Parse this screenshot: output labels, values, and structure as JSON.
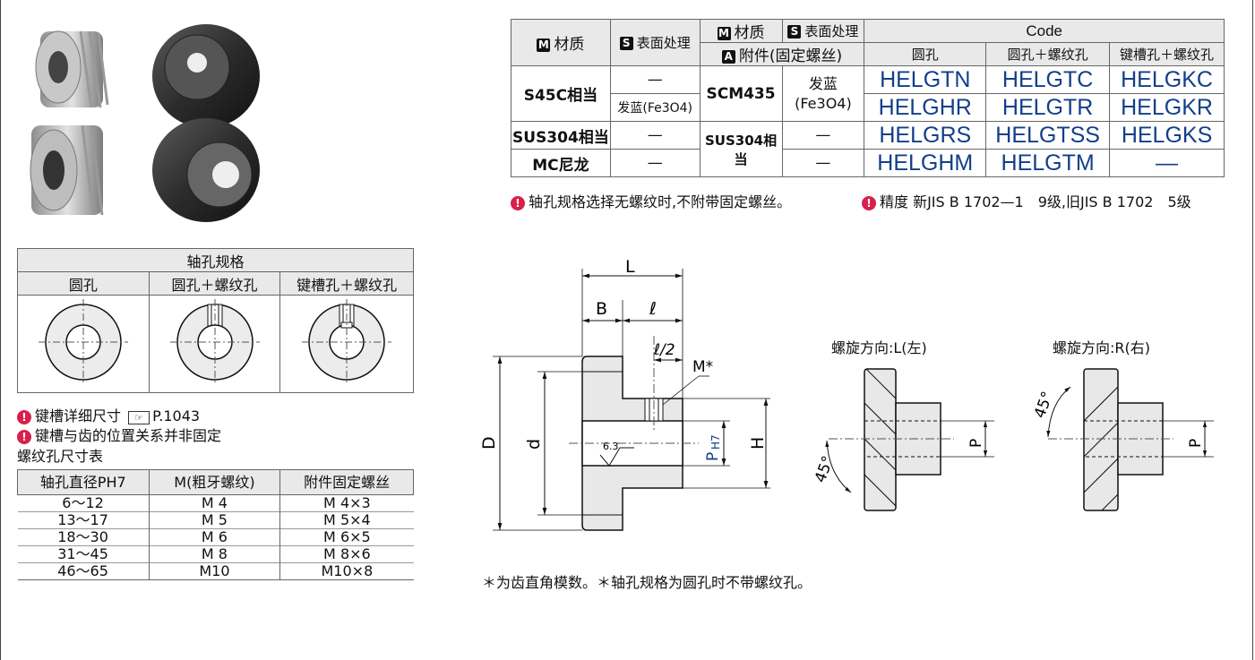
{
  "material_table": {
    "hdr_material": "材质",
    "hdr_surface": "表面处理",
    "hdr_material2": "材质",
    "hdr_surface2": "表面处理",
    "hdr_accessory": "附件(固定螺丝)",
    "hdr_code": "Code",
    "code_cols": [
      "圆孔",
      "圆孔＋螺纹孔",
      "键槽孔＋螺纹孔"
    ],
    "badge_m": "M",
    "badge_s": "S",
    "badge_a": "A",
    "rows": [
      {
        "material": "S45C相当",
        "surface_a": "—",
        "surface_b": "发蓝(Fe3O4)",
        "material2": "SCM435",
        "surface2": "发蓝(Fe3O4)"
      },
      {
        "material": "SUS304相当",
        "surface": "—",
        "material2": "SUS304相当",
        "surface2": "—"
      },
      {
        "material": "MC尼龙",
        "surface": "—",
        "surface2": "—"
      }
    ],
    "codes": [
      [
        "HELGTN",
        "HELGTC",
        "HELGKC"
      ],
      [
        "HELGHR",
        "HELGTR",
        "HELGKR"
      ],
      [
        "HELGRS",
        "HELGTSS",
        "HELGKS"
      ],
      [
        "HELGHM",
        "HELGTM",
        "—"
      ]
    ]
  },
  "notes": {
    "note1": "轴孔规格选择无螺纹时,不附带固定螺丝。",
    "note2": "精度 新JIS B 1702—1　9级,旧JIS B 1702　5级",
    "keyway1": "键槽详细尺寸",
    "keyway1_page": "P.1043",
    "keyway2": "键槽与齿的位置关系并非固定",
    "screw_title": "螺纹孔尺寸表",
    "bottom": "＊为齿直角模数。＊轴孔规格为圆孔时不带螺纹孔。"
  },
  "shaft_table": {
    "title": "轴孔规格",
    "cols": [
      "圆孔",
      "圆孔＋螺纹孔",
      "键槽孔＋螺纹孔"
    ]
  },
  "screw_table": {
    "headers": [
      "轴孔直径PH7",
      "M(粗牙螺纹)",
      "附件固定螺丝"
    ],
    "rows": [
      [
        "6～12",
        "M 4",
        "M 4×3"
      ],
      [
        "13～17",
        "M 5",
        "M 5×4"
      ],
      [
        "18～30",
        "M 6",
        "M 6×5"
      ],
      [
        "31～45",
        "M 8",
        "M 8×6"
      ],
      [
        "46～65",
        "M10",
        "M10×8"
      ]
    ]
  },
  "drawing": {
    "dim_L": "L",
    "dim_B": "B",
    "dim_l": "ℓ",
    "dim_l2": "ℓ/2",
    "dim_M": "M*",
    "dim_D": "D",
    "dim_d": "d",
    "dim_H": "H",
    "dim_P": "P",
    "dim_H7": "H7",
    "roughness": "6.3",
    "helix_left": "螺旋方向:L(左)",
    "helix_right": "螺旋方向:R(右)",
    "angle": "45°"
  }
}
